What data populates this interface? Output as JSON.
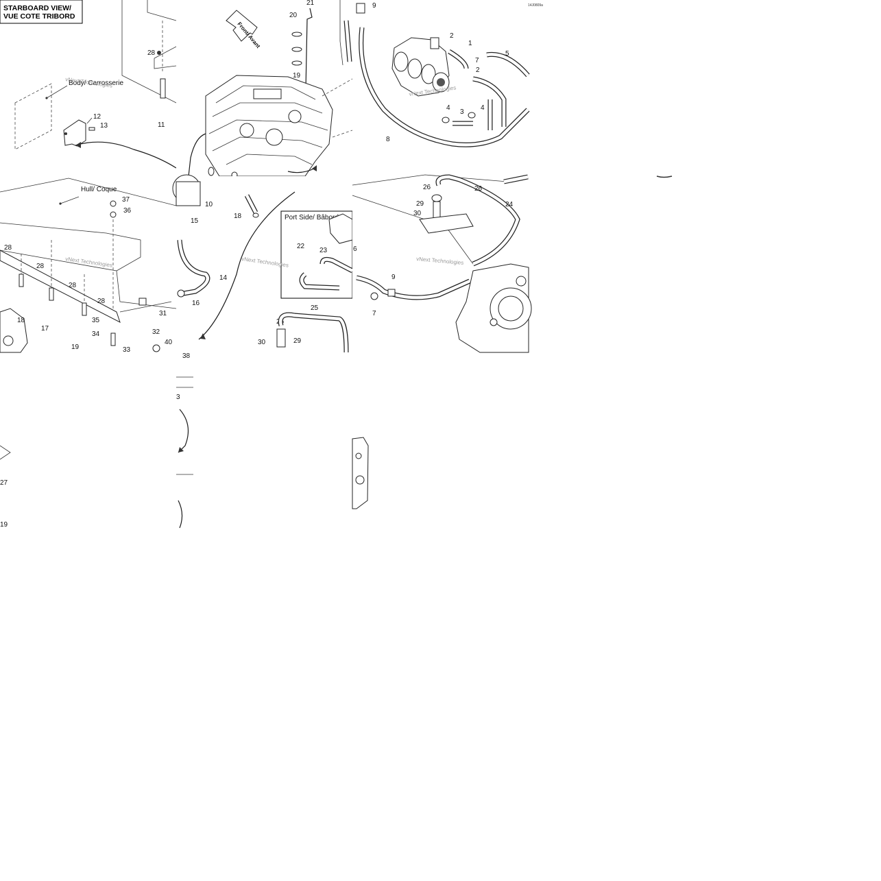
{
  "title_box": {
    "line1": "STARBOARD VIEW/",
    "line2": "VUE COTE TRIBORD"
  },
  "figure_code": "14J0809a",
  "labels": {
    "front": "Front/ Avant",
    "body": "Body/ Carrosserie",
    "hull": "Hull/ Coque",
    "port": "Port Side/ Bâbord"
  },
  "watermark": "vNext Technologies",
  "callouts": {
    "n1": "1",
    "n2": "2",
    "n3": "3",
    "n4": "4",
    "n5": "5",
    "n6": "6",
    "n7": "7",
    "n8": "8",
    "n9": "9",
    "n10": "10",
    "n11": "11",
    "n12": "12",
    "n13": "13",
    "n14": "14",
    "n15": "15",
    "n16": "16",
    "n17": "17",
    "n18": "18",
    "n19": "19",
    "n20": "20",
    "n21": "21",
    "n22": "22",
    "n23": "23",
    "n24": "24",
    "n25": "25",
    "n26": "26",
    "n27": "27",
    "n28": "28",
    "n29": "29",
    "n30": "30",
    "n31": "31",
    "n32": "32",
    "n33": "33",
    "n34": "34",
    "n35": "35",
    "n36": "36",
    "n37": "37",
    "n38": "38",
    "n40": "40",
    "p3": "3",
    "p9": "9",
    "p2": "2"
  },
  "loctite_mark": "●"
}
